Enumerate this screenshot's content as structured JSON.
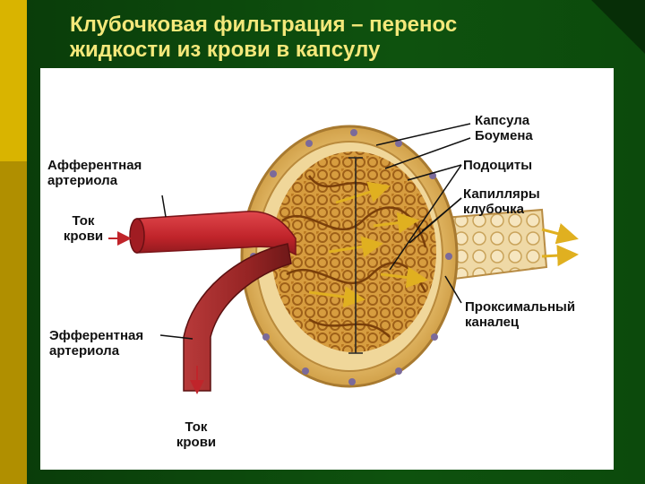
{
  "slide": {
    "title_line1": "Клубочковая фильтрация – перенос",
    "title_line2": "жидкости из крови в капсулу"
  },
  "labels": {
    "capsule_line1": "Капсула",
    "capsule_line2": "Боумена",
    "podocytes": "Подоциты",
    "capillaries_line1": "Капилляры",
    "capillaries_line2": "клубочка",
    "afferent_line1": "Афферентная",
    "afferent_line2": "артериола",
    "flow_in_line1": "Ток",
    "flow_in_line2": "крови",
    "efferent_line1": "Эфферентная",
    "efferent_line2": "артериола",
    "flow_out_line1": "Ток",
    "flow_out_line2": "крови",
    "tubule_line1": "Проксимальный",
    "tubule_line2": "каналец"
  },
  "colors": {
    "background": "#0d4a0d",
    "accent_bar": "#d9b400",
    "title_text": "#f4e87a",
    "artery": "#c8282e",
    "vein": "#9e2a2a",
    "capsule": "#e8c77a",
    "capillary": "#b8741c",
    "arrow": "#e0b020"
  }
}
